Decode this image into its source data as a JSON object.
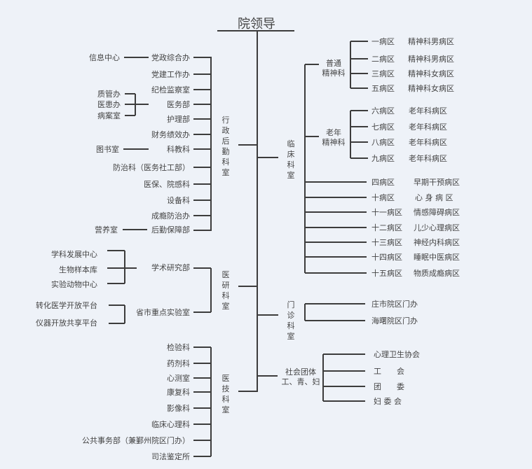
{
  "title": "院领导",
  "admin": {
    "label": "行政后勤科室",
    "depts": [
      "党政综合办",
      "党建工作办",
      "纪检监察室",
      "医务部",
      "护理部",
      "财务绩效办",
      "科教科",
      "防治科（医务社工部）",
      "医保、院感科",
      "设备科",
      "成瘾防治办",
      "后勤保障部"
    ],
    "sub_info": "信息中心",
    "sub_medical": [
      "质管办",
      "医患办",
      "病案室"
    ],
    "sub_library": "图书室",
    "sub_nutrition": "营养室"
  },
  "research": {
    "label": "医研科室",
    "depts": [
      "学术研究部",
      "省市重点实验室"
    ],
    "sub_academic": [
      "学科发展中心",
      "生物样本库",
      "实验动物中心"
    ],
    "sub_lab": [
      "转化医学开放平台",
      "仪器开放共享平台"
    ]
  },
  "medtech": {
    "label": "医技科室",
    "depts": [
      "检验科",
      "药剂科",
      "心测室",
      "康复科",
      "影像科",
      "临床心理科",
      "公共事务部（兼鄞州院区门办）",
      "司法鉴定所"
    ]
  },
  "clinical": {
    "label": "临床科室",
    "general": {
      "label_line1": "普通",
      "label_line2": "精神科",
      "wards": [
        {
          "ward": "一病区",
          "type": "精神科男病区"
        },
        {
          "ward": "二病区",
          "type": "精神科男病区"
        },
        {
          "ward": "三病区",
          "type": "精神科女病区"
        },
        {
          "ward": "五病区",
          "type": "精神科女病区"
        }
      ]
    },
    "elderly": {
      "label_line1": "老年",
      "label_line2": "精神科",
      "wards": [
        {
          "ward": "六病区",
          "type": "老年科病区"
        },
        {
          "ward": "七病区",
          "type": "老年科病区"
        },
        {
          "ward": "八病区",
          "type": "老年科病区"
        },
        {
          "ward": "九病区",
          "type": "老年科病区"
        }
      ]
    },
    "others": [
      {
        "ward": "四病区",
        "type": "早期干预病区"
      },
      {
        "ward": "十病区",
        "type": "心 身 病 区"
      },
      {
        "ward": "十一病区",
        "type": "情感障碍病区"
      },
      {
        "ward": "十二病区",
        "type": "儿少心理病区"
      },
      {
        "ward": "十三病区",
        "type": "神经内科病区"
      },
      {
        "ward": "十四病区",
        "type": "睡眠中医病区"
      },
      {
        "ward": "十五病区",
        "type": "物质成瘾病区"
      }
    ]
  },
  "outpatient": {
    "label": "门诊科室",
    "depts": [
      "庄市院区门办",
      "海曙院区门办"
    ]
  },
  "social": {
    "label_line1": "社会团体",
    "label_line2": "工、青、妇",
    "groups": [
      "心理卫生协会",
      "工　　会",
      "团　　委",
      "妇 委 会"
    ]
  }
}
